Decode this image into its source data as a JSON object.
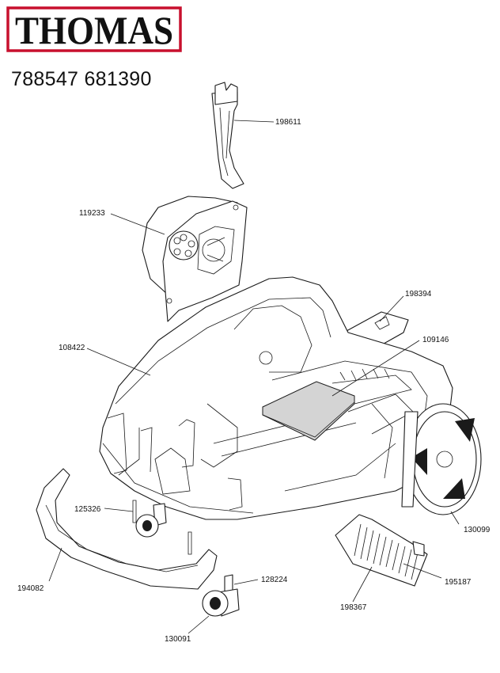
{
  "header": {
    "brand": "THOMAS",
    "model_numbers": "788547 681390"
  },
  "parts": [
    {
      "id": "198611"
    },
    {
      "id": "119233"
    },
    {
      "id": "198394"
    },
    {
      "id": "109146"
    },
    {
      "id": "108422"
    },
    {
      "id": "125326"
    },
    {
      "id": "130099"
    },
    {
      "id": "128224"
    },
    {
      "id": "194082"
    },
    {
      "id": "195187"
    },
    {
      "id": "198367"
    },
    {
      "id": "130091"
    }
  ],
  "colors": {
    "logo_border": "#c8102e",
    "logo_text": "#111111",
    "line": "#1a1a1a",
    "filter_fill": "#d4d4d4"
  }
}
